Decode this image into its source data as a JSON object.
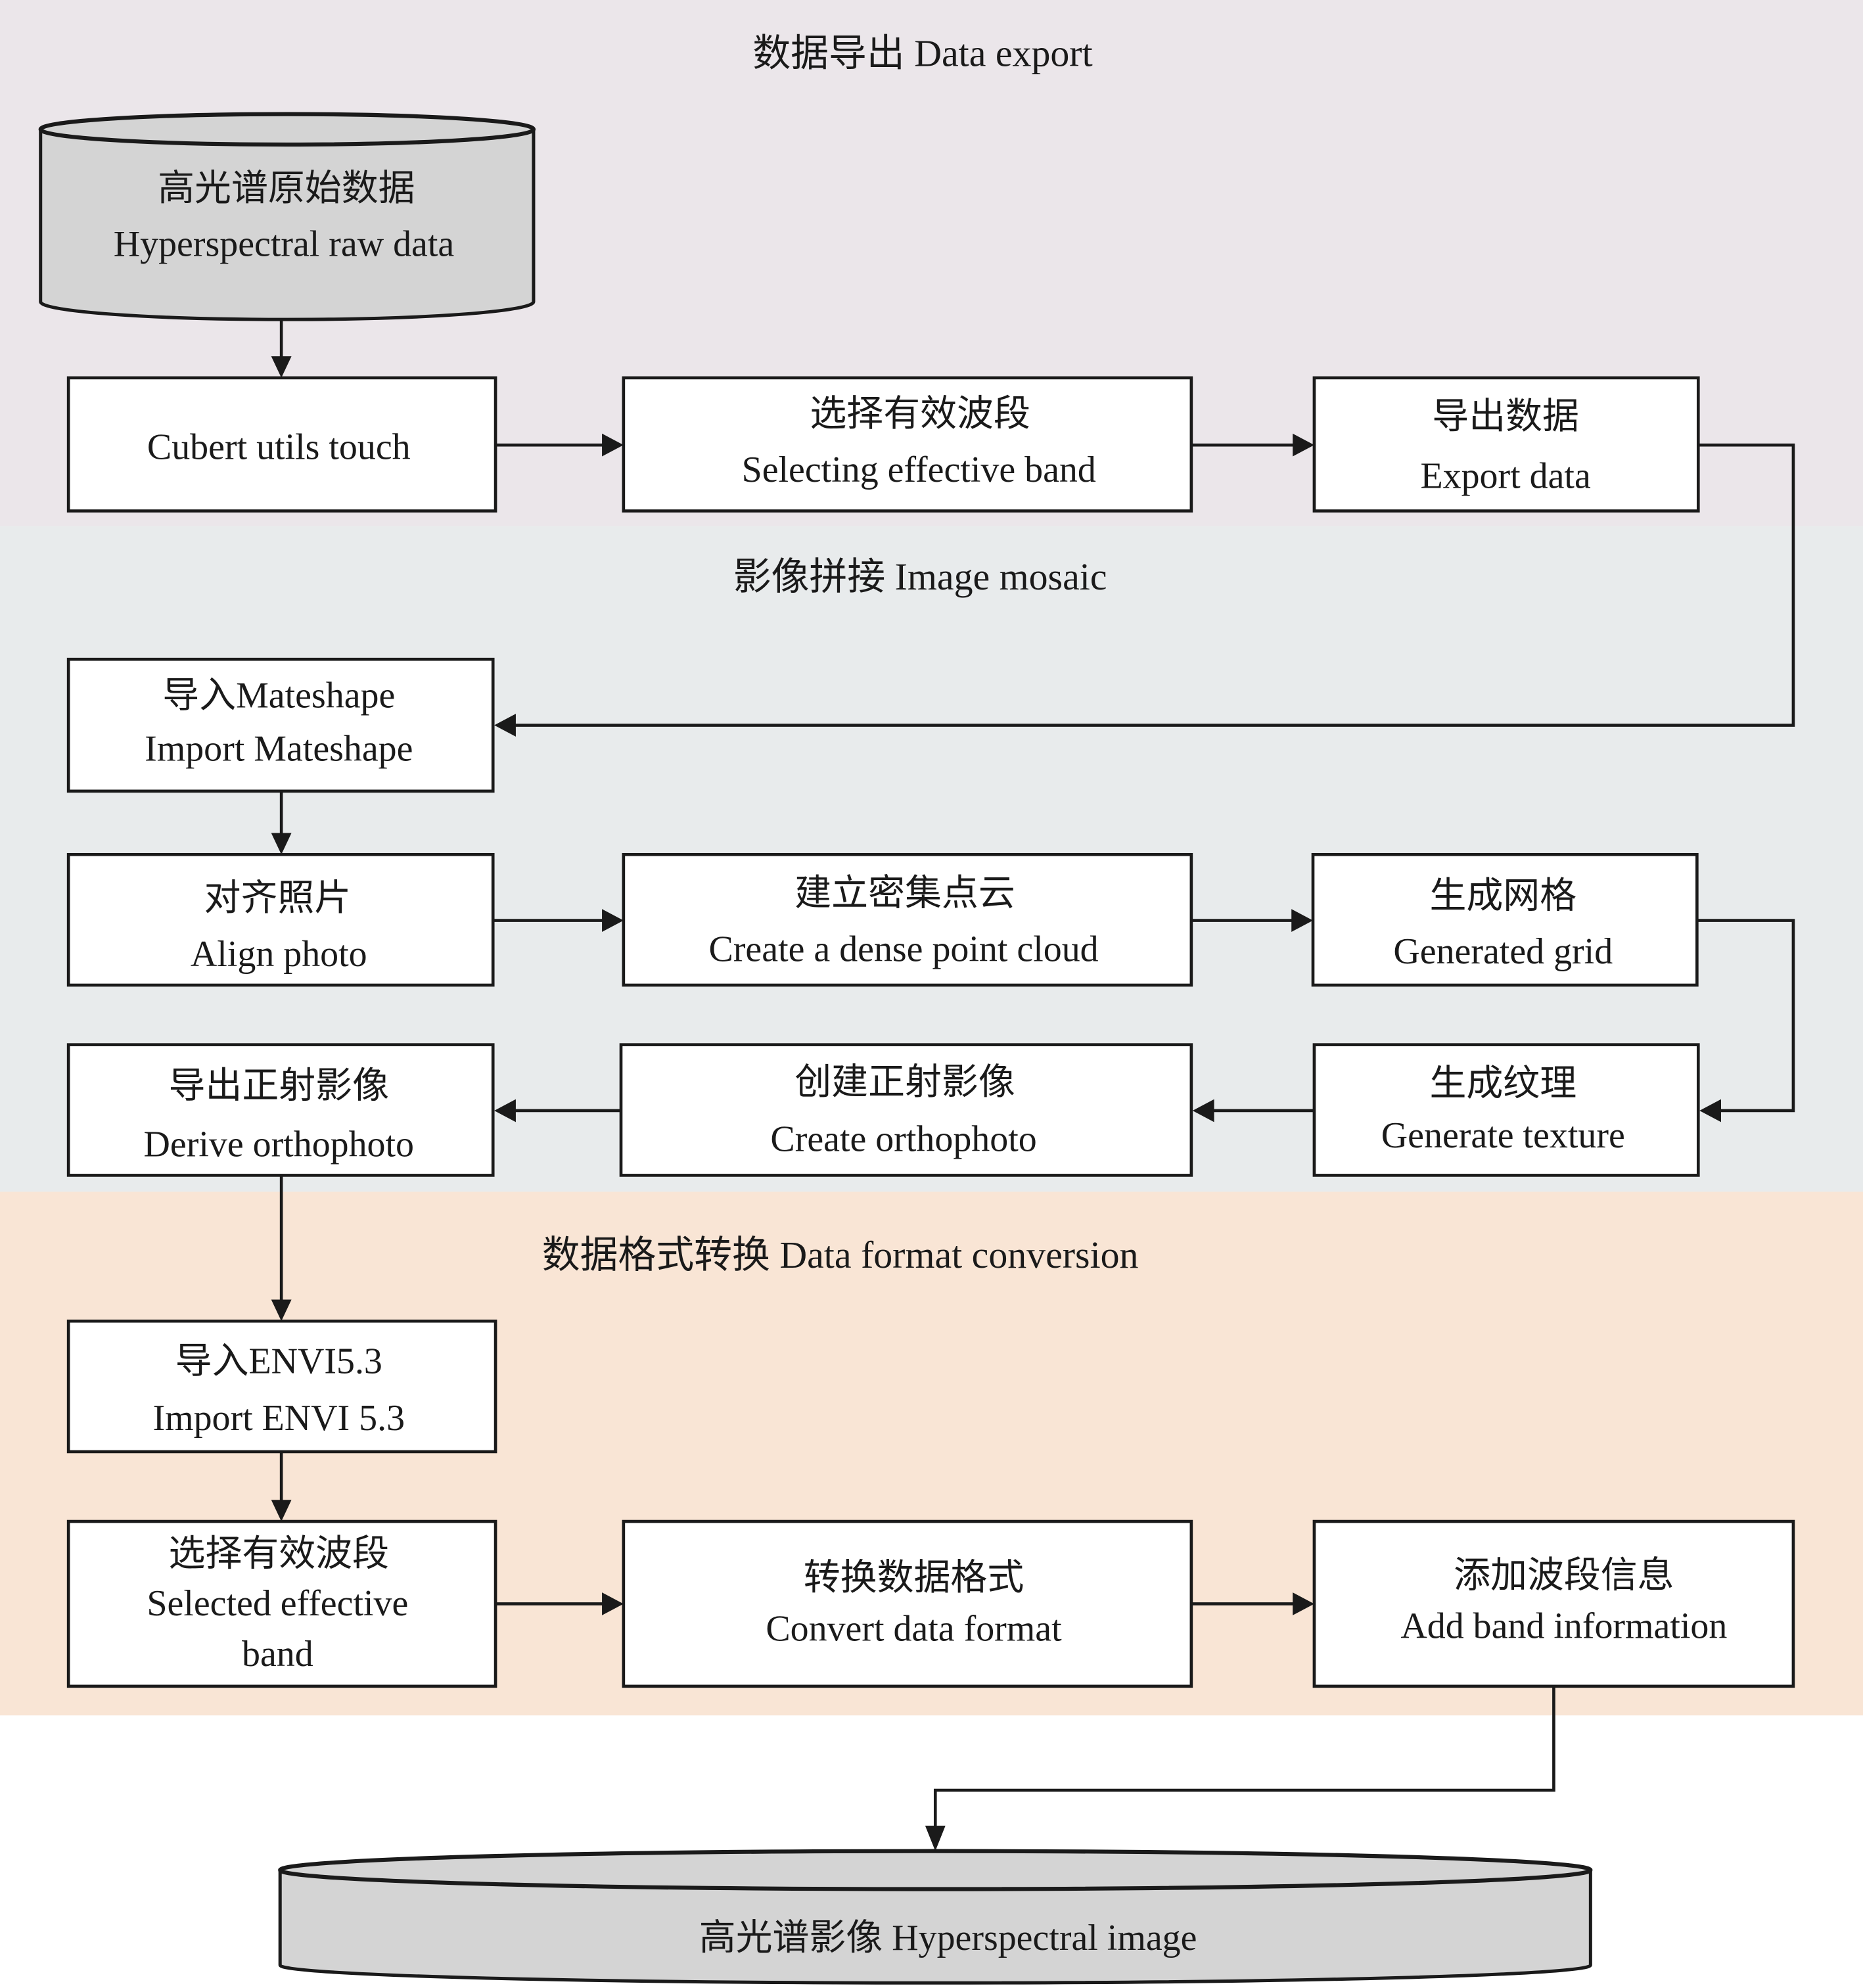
{
  "colors": {
    "section_export_bg": "#ebe6ea",
    "section_mosaic_bg": "#e8ebec",
    "section_conversion_bg": "#f9e5d5",
    "node_fill": "#ffffff",
    "database_fill": "#d4d4d4",
    "stroke": "#1a1a1a"
  },
  "sections": [
    {
      "id": "data-export",
      "title": "数据导出 Data export"
    },
    {
      "id": "image-mosaic",
      "title": "影像拼接 Image mosaic"
    },
    {
      "id": "format-conversion",
      "title": "数据格式转换 Data format conversion"
    }
  ],
  "nodes": {
    "raw_data": {
      "shape": "database",
      "lines": [
        "高光谱原始数据",
        "Hyperspectral raw data"
      ]
    },
    "cubert": {
      "shape": "process",
      "lines": [
        "Cubert utils touch"
      ]
    },
    "select_band_1": {
      "shape": "process",
      "lines": [
        "选择有效波段",
        "Selecting effective band"
      ]
    },
    "export_data": {
      "shape": "process",
      "lines": [
        "导出数据",
        "Export data"
      ]
    },
    "import_mateshape": {
      "shape": "process",
      "lines": [
        "导入Mateshape",
        "Import Mateshape"
      ]
    },
    "align_photo": {
      "shape": "process",
      "lines": [
        "对齐照片",
        "Align photo"
      ]
    },
    "dense_cloud": {
      "shape": "process",
      "lines": [
        "建立密集点云",
        "Create a dense point cloud"
      ]
    },
    "generated_grid": {
      "shape": "process",
      "lines": [
        "生成网格",
        "Generated grid"
      ]
    },
    "generate_texture": {
      "shape": "process",
      "lines": [
        "生成纹理",
        "Generate texture"
      ]
    },
    "create_ortho": {
      "shape": "process",
      "lines": [
        "创建正射影像",
        "Create orthophoto"
      ]
    },
    "derive_ortho": {
      "shape": "process",
      "lines": [
        "导出正射影像",
        "Derive orthophoto"
      ]
    },
    "import_envi": {
      "shape": "process",
      "lines": [
        "导入ENVI5.3",
        "Import ENVI 5.3"
      ]
    },
    "select_band_2": {
      "shape": "process",
      "lines": [
        "选择有效波段",
        "Selected effective",
        "band"
      ]
    },
    "convert_format": {
      "shape": "process",
      "lines": [
        "转换数据格式",
        "Convert data format"
      ]
    },
    "add_band_info": {
      "shape": "process",
      "lines": [
        "添加波段信息",
        "Add band information"
      ]
    },
    "hyperspectral_image": {
      "shape": "database",
      "lines": [
        "高光谱影像 Hyperspectral image"
      ]
    }
  },
  "edges": [
    {
      "from": "raw_data",
      "to": "cubert"
    },
    {
      "from": "cubert",
      "to": "select_band_1"
    },
    {
      "from": "select_band_1",
      "to": "export_data"
    },
    {
      "from": "export_data",
      "to": "import_mateshape"
    },
    {
      "from": "import_mateshape",
      "to": "align_photo"
    },
    {
      "from": "align_photo",
      "to": "dense_cloud"
    },
    {
      "from": "dense_cloud",
      "to": "generated_grid"
    },
    {
      "from": "generated_grid",
      "to": "generate_texture"
    },
    {
      "from": "generate_texture",
      "to": "create_ortho"
    },
    {
      "from": "create_ortho",
      "to": "derive_ortho"
    },
    {
      "from": "derive_ortho",
      "to": "import_envi"
    },
    {
      "from": "import_envi",
      "to": "select_band_2"
    },
    {
      "from": "select_band_2",
      "to": "convert_format"
    },
    {
      "from": "convert_format",
      "to": "add_band_info"
    },
    {
      "from": "add_band_info",
      "to": "hyperspectral_image"
    }
  ]
}
